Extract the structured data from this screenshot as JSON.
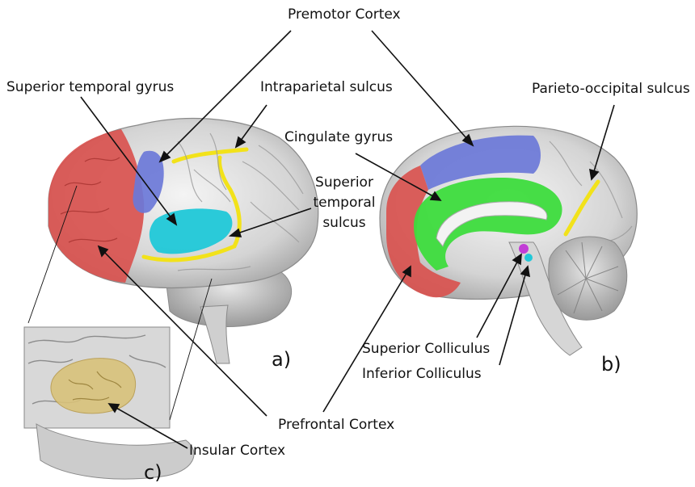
{
  "labels": {
    "premotor_cortex": "Premotor Cortex",
    "superior_temporal_gyrus": "Superior temporal gyrus",
    "intraparietal_sulcus": "Intraparietal sulcus",
    "parieto_occipital_sulcus": "Parieto-occipital sulcus",
    "cingulate_gyrus": "Cingulate gyrus",
    "superior_temporal_sulcus_line1": "Superior",
    "superior_temporal_sulcus_line2": "temporal",
    "superior_temporal_sulcus_line3": "sulcus",
    "superior_colliculus": "Superior Colliculus",
    "inferior_colliculus": "Inferior Colliculus",
    "prefrontal_cortex": "Prefrontal Cortex",
    "insular_cortex": "Insular Cortex"
  },
  "panels": {
    "a": "a)",
    "b": "b)",
    "c": "c)"
  },
  "colors": {
    "prefrontal": "#d9534f",
    "premotor": "#6b78d8",
    "superior_temporal_gyrus": "#20c8d8",
    "sulcus": "#f2e21a",
    "cingulate": "#3ddc3d",
    "insular": "#d9c27a",
    "colliculus_superior": "#c23ed6",
    "colliculus_inferior": "#20c8d8"
  }
}
